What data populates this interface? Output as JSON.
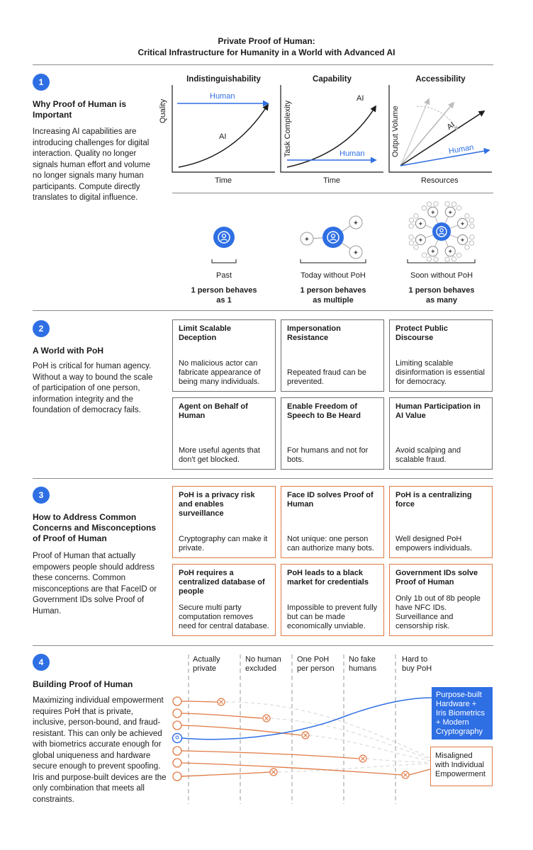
{
  "title": {
    "line1": "Private Proof of Human:",
    "line2": "Critical Infrastructure for Humanity in a World with Advanced AI"
  },
  "sections": [
    {
      "number": "1",
      "heading": "Why Proof of Human is Important",
      "body": "Increasing AI capabilities are introducing challenges for digital interaction. Quality no longer signals human effort and volume no longer signals many human participants. Compute directly translates to digital influence."
    },
    {
      "number": "2",
      "heading": "A World with PoH",
      "body": "PoH is critical for human agency. Without a way to bound the scale of participation of one person, information integrity and the foundation of democracy fails."
    },
    {
      "number": "3",
      "heading": "How to Address Common Concerns and Misconceptions of Proof of Human",
      "body": "Proof of Human that actually empowers people should address these concerns. Common misconceptions are that FaceID or Government IDs solve Proof of Human."
    },
    {
      "number": "4",
      "heading": "Building Proof of Human",
      "body": "Maximizing individual empowerment requires PoH that is private, inclusive, person-bound, and fraud-resistant. This can only be achieved with biometrics accurate enough for global uniqueness and hardware secure enough to prevent spoofing. Iris and purpose-built devices are the only combination that meets all constraints."
    }
  ],
  "charts": [
    {
      "title": "Indistinguishability",
      "xlabel": "Time",
      "ylabel": "Quality",
      "series": [
        "Human",
        "AI"
      ]
    },
    {
      "title": "Capability",
      "xlabel": "Time",
      "ylabel": "Task Complexity",
      "series": [
        "AI",
        "Human"
      ]
    },
    {
      "title": "Accessibility",
      "xlabel": "Resources",
      "ylabel": "Output Volume",
      "series": [
        "AI",
        "Human"
      ]
    }
  ],
  "scenarios": [
    {
      "label": "Past",
      "line1": "1 person behaves",
      "line2": "as 1"
    },
    {
      "label": "Today without PoH",
      "line1": "1 person behaves",
      "line2": "as multiple"
    },
    {
      "label": "Soon without PoH",
      "line1": "1 person behaves",
      "line2": "as many"
    }
  ],
  "benefits": [
    {
      "title": "Limit Scalable Deception",
      "body": "No malicious actor can fabricate appearance of being many individuals."
    },
    {
      "title": "Impersonation Resistance",
      "body": "Repeated fraud can be prevented."
    },
    {
      "title": "Protect Public Discourse",
      "body": "Limiting scalable disinformation is essential for democracy."
    },
    {
      "title": "Agent on Behalf of Human",
      "body": "More useful agents that don't get blocked."
    },
    {
      "title": "Enable Freedom of Speech to Be Heard",
      "body": "For humans and not for bots."
    },
    {
      "title": "Human Participation in AI Value",
      "body": "Avoid scalping and scalable fraud."
    }
  ],
  "concerns": [
    {
      "title": "PoH is a privacy risk and enables surveillance",
      "body": "Cryptography can make it private."
    },
    {
      "title": "Face ID solves Proof of Human",
      "body": "Not unique: one person can authorize many bots."
    },
    {
      "title": "PoH is a centralizing force",
      "body": "Well designed PoH empowers individuals."
    },
    {
      "title": "PoH requires a centralized database of people",
      "body": "Secure multi party computation removes need for central database."
    },
    {
      "title": "PoH leads to a black market for credentials",
      "body": "Impossible to prevent fully but can be made economically unviable."
    },
    {
      "title": "Government IDs solve Proof of Human",
      "body": "Only 1b out of 8b people have NFC IDs. Surveillance and censorship risk."
    }
  ],
  "constraints": [
    {
      "line1": "Actually",
      "line2": "private"
    },
    {
      "line1": "No human",
      "line2": "excluded"
    },
    {
      "line1": "One PoH",
      "line2": "per person"
    },
    {
      "line1": "No fake",
      "line2": "humans"
    },
    {
      "line1": "Hard to",
      "line2": "buy PoH"
    }
  ],
  "outcomes": {
    "success": "Purpose-built Hardware + Iris Biometrics + Modern Cryptography",
    "failure": "Misaligned with Individual Empowerment"
  },
  "colors": {
    "blue": "#2f6fe4",
    "orange": "#e07a45",
    "gray": "#6e6e6e"
  }
}
